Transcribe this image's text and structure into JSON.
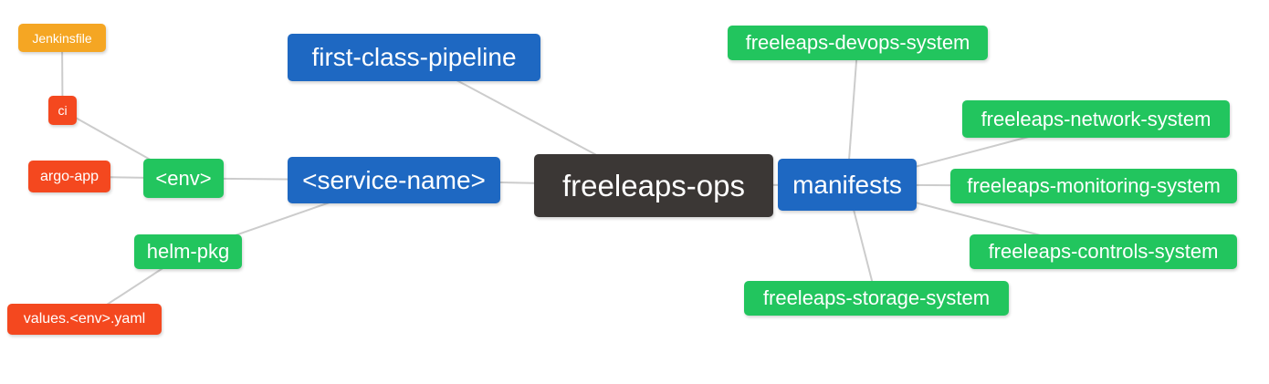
{
  "diagram": {
    "type": "mindmap",
    "root_label": "freeleaps-ops",
    "palette": {
      "orange": "#f5a623",
      "red": "#f4481f",
      "green": "#22c55e",
      "blue": "#1e68c2",
      "dark": "#3b3735",
      "edge": "#cccccc",
      "background": "#ffffff",
      "text": "#ffffff"
    },
    "nodes": [
      {
        "id": "jenkinsfile",
        "label": "Jenkinsfile",
        "color": "orange"
      },
      {
        "id": "ci",
        "label": "ci",
        "color": "red"
      },
      {
        "id": "argo-app",
        "label": "argo-app",
        "color": "red"
      },
      {
        "id": "env",
        "label": "<env>",
        "color": "green"
      },
      {
        "id": "helm-pkg",
        "label": "helm-pkg",
        "color": "green"
      },
      {
        "id": "values-env-yaml",
        "label": "values.<env>.yaml",
        "color": "red"
      },
      {
        "id": "first-class-pipeline",
        "label": "first-class-pipeline",
        "color": "blue"
      },
      {
        "id": "service-name",
        "label": "<service-name>",
        "color": "blue"
      },
      {
        "id": "freeleaps-ops",
        "label": "freeleaps-ops",
        "color": "dark"
      },
      {
        "id": "manifests",
        "label": "manifests",
        "color": "blue"
      },
      {
        "id": "devops-system",
        "label": "freeleaps-devops-system",
        "color": "green"
      },
      {
        "id": "network-system",
        "label": "freeleaps-network-system",
        "color": "green"
      },
      {
        "id": "monitoring-system",
        "label": "freeleaps-monitoring-system",
        "color": "green"
      },
      {
        "id": "controls-system",
        "label": "freeleaps-controls-system",
        "color": "green"
      },
      {
        "id": "storage-system",
        "label": "freeleaps-storage-system",
        "color": "green"
      }
    ],
    "edges": [
      [
        "jenkinsfile",
        "ci"
      ],
      [
        "ci",
        "env"
      ],
      [
        "argo-app",
        "env"
      ],
      [
        "env",
        "service-name"
      ],
      [
        "helm-pkg",
        "service-name"
      ],
      [
        "values-env-yaml",
        "helm-pkg"
      ],
      [
        "service-name",
        "freeleaps-ops"
      ],
      [
        "first-class-pipeline",
        "freeleaps-ops"
      ],
      [
        "freeleaps-ops",
        "manifests"
      ],
      [
        "manifests",
        "devops-system"
      ],
      [
        "manifests",
        "network-system"
      ],
      [
        "manifests",
        "monitoring-system"
      ],
      [
        "manifests",
        "controls-system"
      ],
      [
        "manifests",
        "storage-system"
      ]
    ]
  }
}
